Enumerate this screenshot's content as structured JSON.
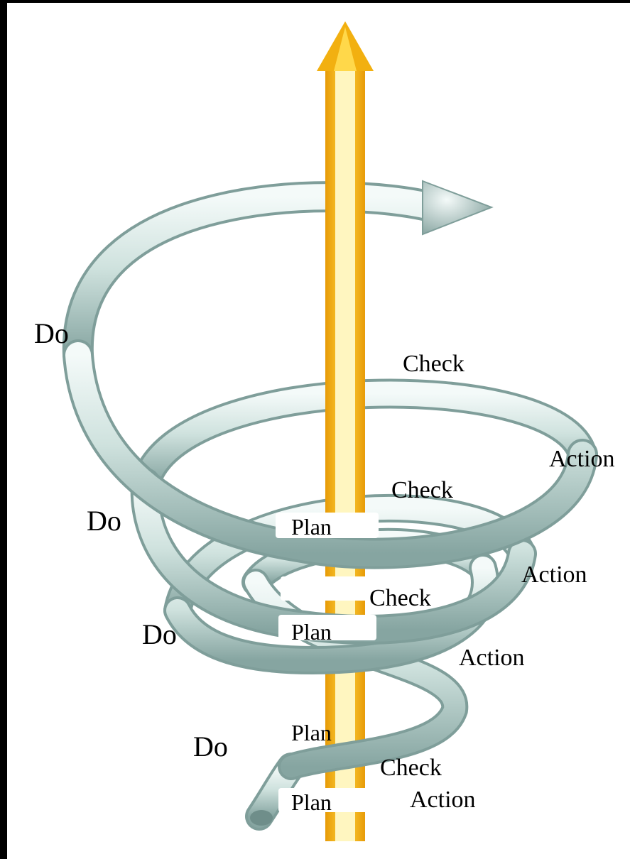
{
  "diagram": {
    "labels": {
      "do": [
        "Do",
        "Do",
        "Do",
        "Do"
      ],
      "check": [
        "Check",
        "Check",
        "Check",
        "Check"
      ],
      "action": [
        "Action",
        "Action",
        "Action",
        "Action"
      ],
      "plan": [
        "Plan",
        "Plan",
        "Plan",
        "Plan"
      ]
    },
    "colors": {
      "background": "#ffffff",
      "frame": "#000000",
      "spiral_light": "#eef6f4",
      "spiral_mid": "#c5dcd8",
      "spiral_dark": "#7f9e9a",
      "arrow_gold": "#f2b010",
      "arrow_core": "#fff3a8"
    },
    "icons": [
      "upward-arrow-icon",
      "spiral-arrowhead-icon"
    ]
  }
}
